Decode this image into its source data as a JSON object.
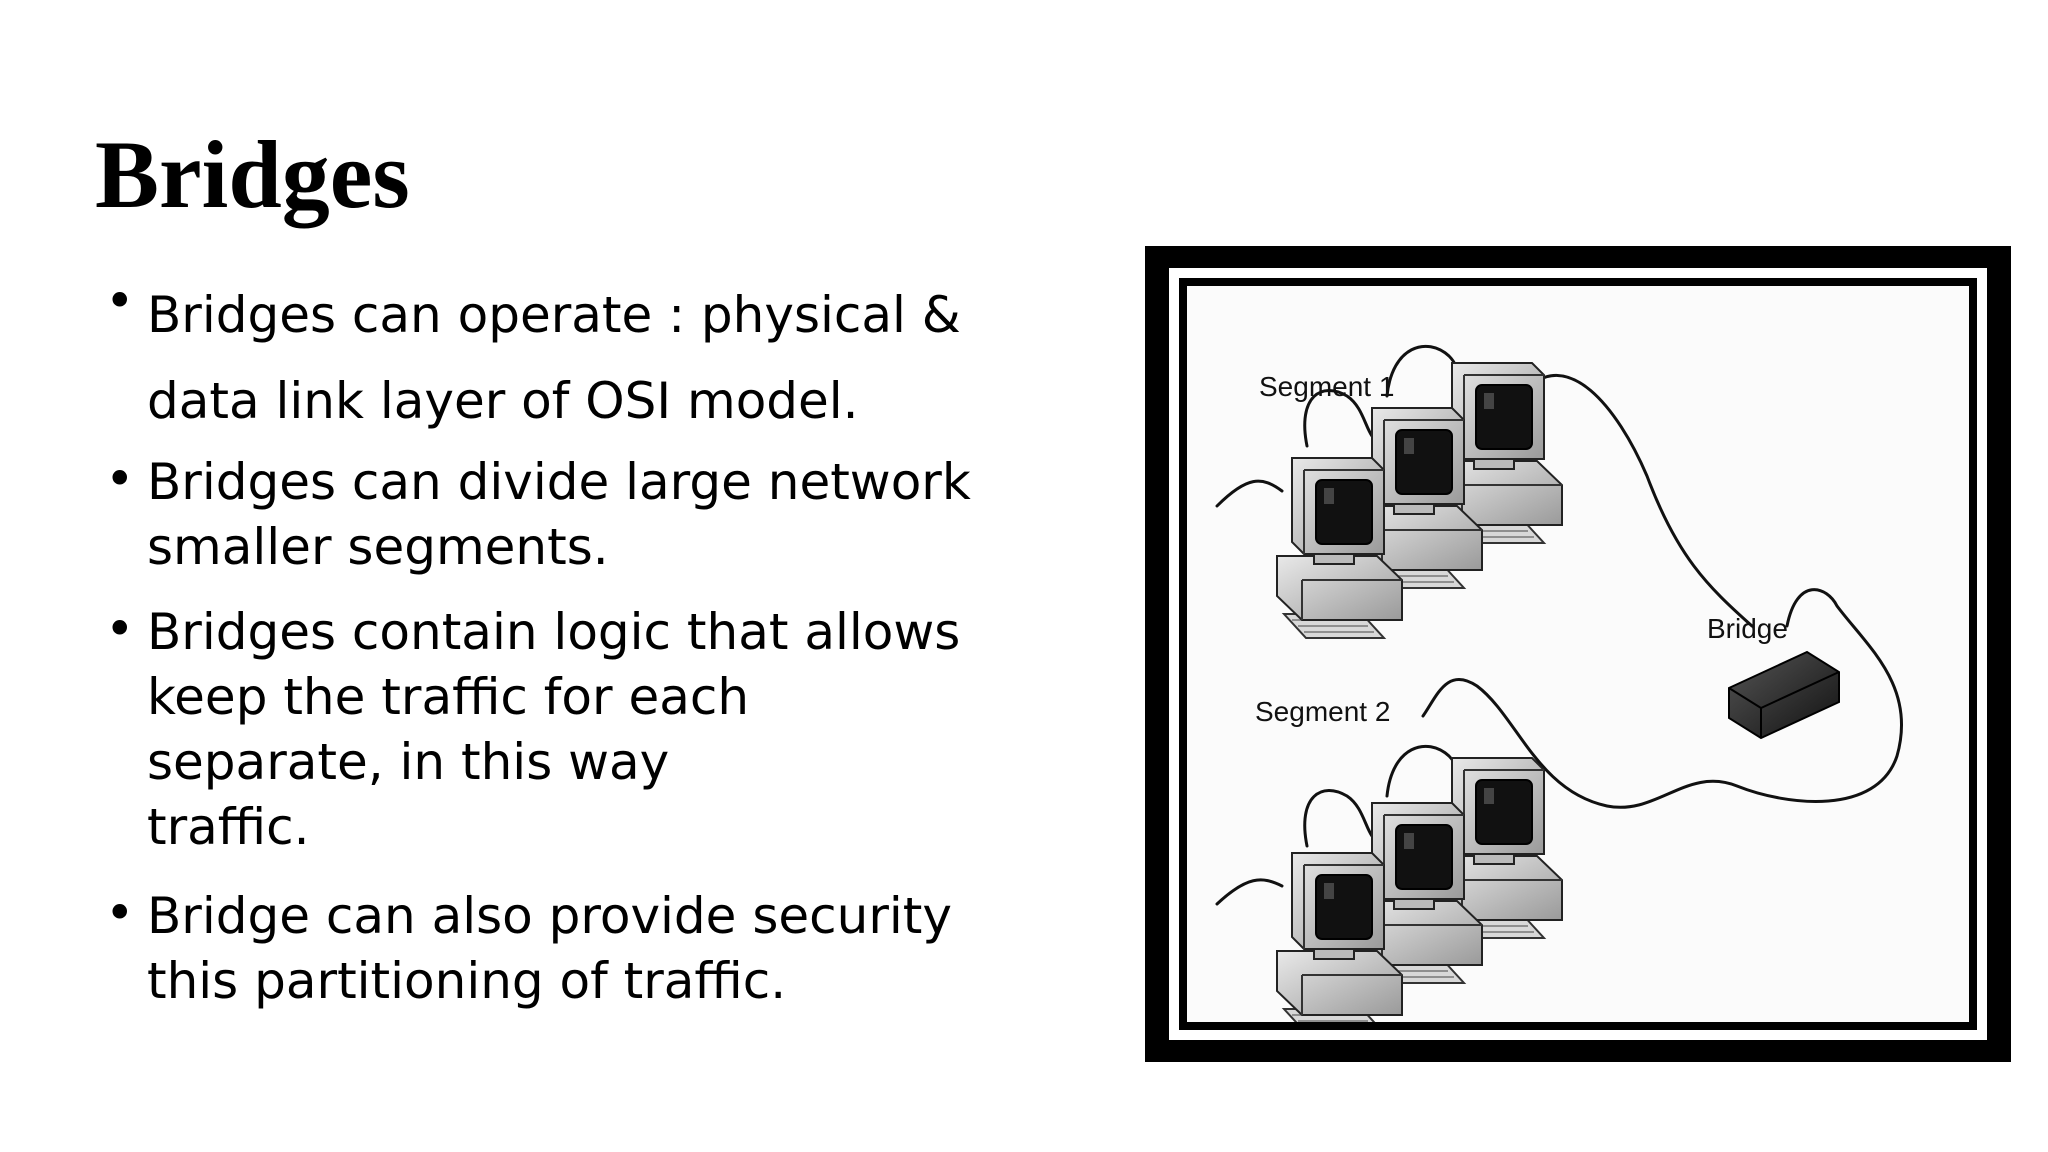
{
  "slide": {
    "title": "Bridges",
    "bullets": [
      {
        "lines": [
          "Bridges can operate : physical &",
          "data link layer of OSI model."
        ]
      },
      {
        "lines": [
          "Bridges can divide large network",
          "smaller segments."
        ]
      },
      {
        "lines": [
          "Bridges contain logic that allows",
          "keep the traffic for each",
          "separate, in this way",
          "traffic."
        ]
      },
      {
        "lines": [
          "Bridge can also provide security",
          "this partitioning of traffic."
        ]
      }
    ],
    "bullet_glyph": "•"
  },
  "figure": {
    "labels": {
      "segment1": "Segment 1",
      "segment2": "Segment 2",
      "bridge": "Bridge"
    }
  }
}
